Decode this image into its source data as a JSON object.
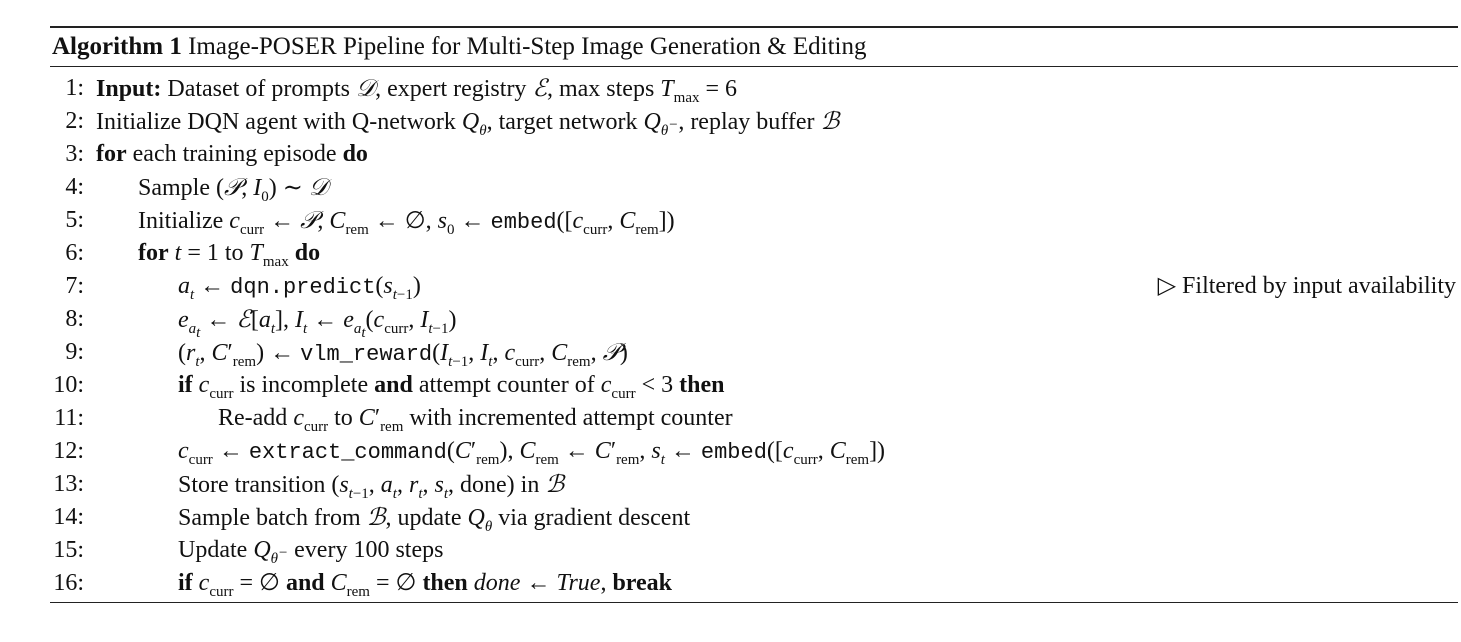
{
  "caption": {
    "label": "Algorithm 1",
    "title": "Image-POSER Pipeline for Multi-Step Image Generation & Editing"
  },
  "lines": [
    {
      "num": "1:",
      "text": "Input: Dataset of prompts 𝒟, expert registry ℰ, max steps Tmax = 6"
    },
    {
      "num": "2:",
      "text": "Initialize DQN agent with Q-network Qθ, target network Qθ−, replay buffer ℬ"
    },
    {
      "num": "3:",
      "text": "for each training episode do"
    },
    {
      "num": "4:",
      "text": "Sample (𝒫, I0) ∼ 𝒟"
    },
    {
      "num": "5:",
      "text": "Initialize ccurr ← 𝒫, Crem ← ∅, s0 ← embed([ccurr, Crem])"
    },
    {
      "num": "6:",
      "text": "for t = 1 to Tmax do"
    },
    {
      "num": "7:",
      "text": "at ← dqn.predict(st−1)",
      "comment": "▷ Filtered by input availability"
    },
    {
      "num": "8:",
      "text": "eat ← ℰ[at], It ← eat(ccurr, It−1)"
    },
    {
      "num": "9:",
      "text": "(rt, C′rem) ← vlm_reward(It−1, It, ccurr, Crem, 𝒫)"
    },
    {
      "num": "10:",
      "text": "if ccurr is incomplete and attempt counter of ccurr < 3 then"
    },
    {
      "num": "11:",
      "text": "Re-add ccurr to C′rem with incremented attempt counter"
    },
    {
      "num": "12:",
      "text": "ccurr ← extract_command(C′rem), Crem ← C′rem, st ← embed([ccurr, Crem])"
    },
    {
      "num": "13:",
      "text": "Store transition (st−1, at, rt, st, done) in ℬ"
    },
    {
      "num": "14:",
      "text": "Sample batch from ℬ, update Qθ via gradient descent"
    },
    {
      "num": "15:",
      "text": "Update Qθ− every 100 steps"
    },
    {
      "num": "16:",
      "text": "if ccurr = ∅ and Crem = ∅ then done ← True, break"
    }
  ]
}
